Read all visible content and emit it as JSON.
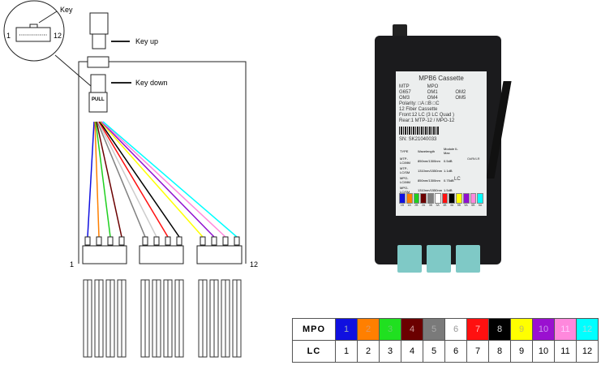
{
  "diagram": {
    "key_label": "Key",
    "key_up_label": "Key up",
    "key_down_label": "Key down",
    "pin_start": "1",
    "pin_end": "12",
    "pull_label": "PULL",
    "fan_start": "1",
    "fan_end": "12"
  },
  "fiber_colors": [
    "#1010e0",
    "#ff7f00",
    "#20d020",
    "#6b0000",
    "#808080",
    "#ffffff",
    "#ff1010",
    "#000000",
    "#ffff00",
    "#9010d0",
    "#ff88dd",
    "#00ffff"
  ],
  "cassette": {
    "title": "MPB6 Cassette",
    "options": [
      "MTP",
      "MPO",
      "G657",
      "OM1",
      "OM2",
      "OM3",
      "OM4",
      "OM5"
    ],
    "polarity_label": "Polarity:",
    "polarity_options": [
      "A",
      "B",
      "C"
    ],
    "desc": [
      "12 Fiber Cassette",
      "Front:12 LC (3 LC Quad )",
      "Rear:1 MTP-12 / MPO-12"
    ],
    "serial": "SN: SK21040033",
    "spec_headers": [
      "TYPE",
      "Wavelength",
      "Module IL Max"
    ],
    "spec_rows": [
      [
        "MTP-LC/MM",
        "850nm/1300nm",
        "0.5dB"
      ],
      [
        "MTP-LC/SM",
        "1310nm/1550nm",
        "1.1dB"
      ],
      [
        "MPO-LC/MM",
        "850nm/1300nm",
        "0.75dB"
      ],
      [
        "MPO-LC/SM",
        "1310nm/1550nm",
        "1.5dB"
      ]
    ],
    "lc_label": "LC",
    "side_label": "OdRt/LR",
    "port_labels": [
      "1B",
      "1A",
      "2B",
      "2A",
      "3B",
      "3A",
      "4B",
      "4A",
      "5B",
      "5A",
      "6B",
      "6A"
    ]
  },
  "color_table": {
    "row1_header": "MPO",
    "row2_header": "LC",
    "mpo": [
      "1",
      "2",
      "3",
      "4",
      "5",
      "6",
      "7",
      "8",
      "9",
      "10",
      "11",
      "12"
    ],
    "lc": [
      "1",
      "2",
      "3",
      "4",
      "5",
      "6",
      "7",
      "8",
      "9",
      "10",
      "11",
      "12"
    ],
    "colors": [
      "#1010e0",
      "#ff7f00",
      "#20e020",
      "#6b0000",
      "#7a7a7a",
      "#ffffff",
      "#ff1010",
      "#000000",
      "#ffff00",
      "#9a10d0",
      "#ff88dd",
      "#00ffff"
    ],
    "text_colors": [
      "#9ab",
      "#d96",
      "#6c6",
      "#c99",
      "#aaa",
      "#999",
      "#fbb",
      "#ddd",
      "#bb6",
      "#c9e",
      "#fcf",
      "#9dd"
    ]
  }
}
